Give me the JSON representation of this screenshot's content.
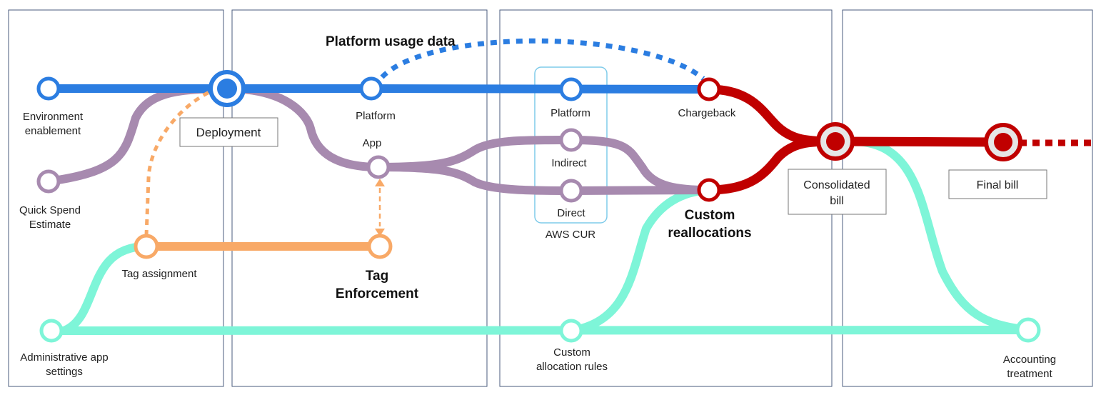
{
  "colors": {
    "blue": "#2b7de1",
    "purple": "#a78aaf",
    "orange": "#f8a967",
    "mint": "#7ef5d8",
    "red": "#c00000",
    "panel_border": "#4a5b7c",
    "cur_box": "#7fcbea"
  },
  "titles": {
    "platform_usage_data": "Platform usage data",
    "tag": "Tag",
    "enforcement": "Enforcement",
    "custom": "Custom",
    "reallocations": "reallocations"
  },
  "labels": {
    "environment_l1": "Environment",
    "environment_l2": "enablement",
    "deployment": "Deployment",
    "quick_spend_l1": "Quick Spend",
    "quick_spend_l2": "Estimate",
    "tag_assignment": "Tag assignment",
    "admin_l1": "Administrative app",
    "admin_l2": "settings",
    "platform": "Platform",
    "app": "App",
    "cur_platform": "Platform",
    "cur_indirect": "Indirect",
    "cur_direct": "Direct",
    "aws_cur": "AWS CUR",
    "chargeback": "Chargeback",
    "custom_alloc_l1": "Custom",
    "custom_alloc_l2": "allocation rules",
    "consolidated_l1": "Consolidated",
    "consolidated_l2": "bill",
    "final_bill": "Final bill",
    "accounting_l1": "Accounting",
    "accounting_l2": "treatment"
  }
}
